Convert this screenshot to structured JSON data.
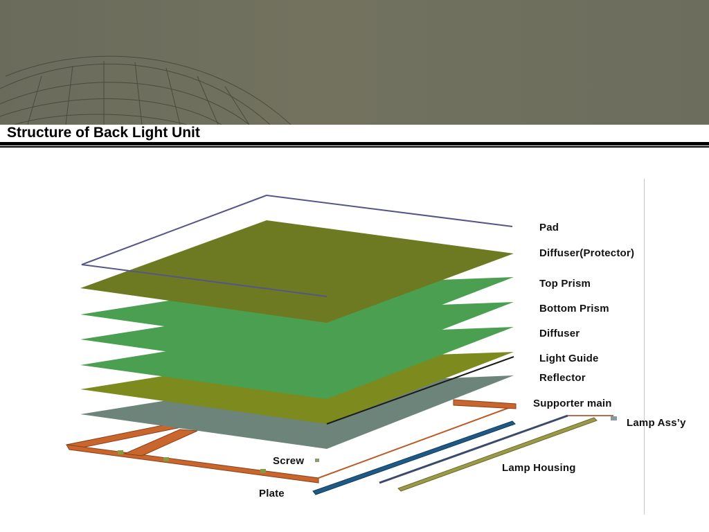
{
  "slide": {
    "title": "Structure of Back Light Unit"
  },
  "labels": {
    "pad": "Pad",
    "diffuser_protector": "Diffuser(Protector)",
    "top_prism": "Top Prism",
    "bottom_prism": "Bottom Prism",
    "diffuser": "Diffuser",
    "light_guide": "Light Guide",
    "reflector": "Reflector",
    "supporter_main": "Supporter main",
    "lamp_assy": "Lamp Ass’y",
    "screw": "Screw",
    "lamp_housing": "Lamp Housing",
    "plate": "Plate"
  },
  "colors": {
    "banner": "#6f6f5e",
    "pad_outline": "#555588",
    "diffuser_protector": "#6e7a22",
    "prism": "#4aa050",
    "light_guide": "#7c8a1e",
    "reflector": "#6c8479",
    "supporter_frame": "#c8662e",
    "lamp_housing": "#1f5a86",
    "lamp": "#9a9a4a"
  }
}
